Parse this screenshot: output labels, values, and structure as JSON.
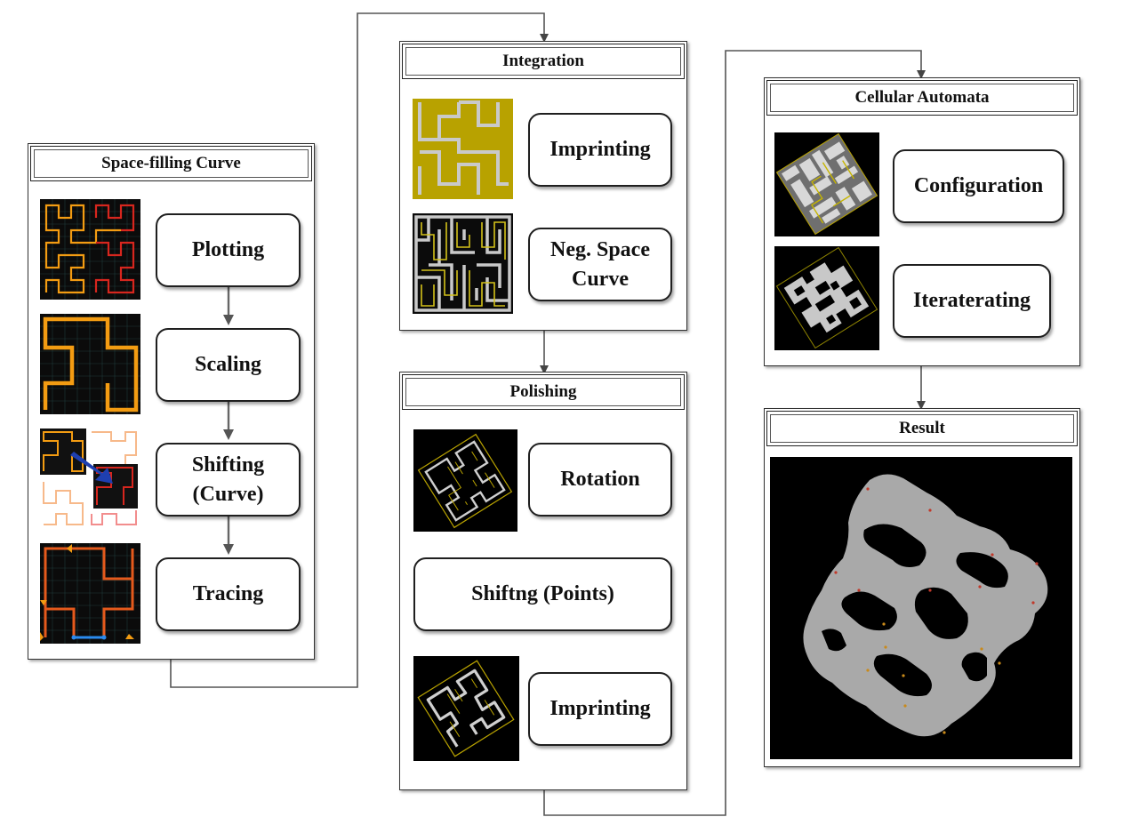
{
  "panels": {
    "space_filling": {
      "title": "Space-filling Curve",
      "steps": [
        "Plotting",
        "Scaling",
        "Shifting\n(Curve)",
        "Tracing"
      ]
    },
    "integration": {
      "title": "Integration",
      "steps": [
        "Imprinting",
        "Neg. Space\nCurve"
      ]
    },
    "polishing": {
      "title": "Polishing",
      "steps": [
        "Rotation",
        "Shiftng (Points)",
        "Imprinting"
      ]
    },
    "cellular": {
      "title": "Cellular Automata",
      "steps": [
        "Configuration",
        "Iteraterating"
      ]
    },
    "result": {
      "title": "Result"
    }
  },
  "colors": {
    "curve_orange": "#f39c12",
    "curve_red": "#d7261e",
    "grid_dark": "#0b0b0b",
    "olive_bg": "#b8a200",
    "maze_gray": "#bdbdbd",
    "yellow_line": "#d4c21a",
    "shift_arrow": "#1e3fb0",
    "trace_blue": "#2a8bef"
  },
  "icons": [
    "flow-arrow",
    "loop-arrow"
  ]
}
